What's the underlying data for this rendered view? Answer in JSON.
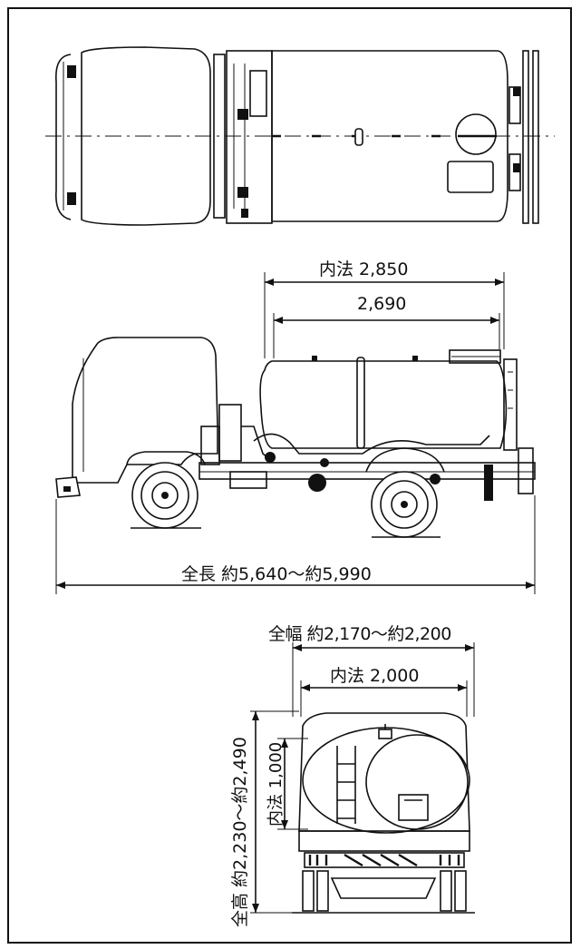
{
  "labels": {
    "inner_length": "内法 2,850",
    "tank_length": "2,690",
    "overall_length": "全長 約5,640〜約5,990",
    "overall_width": "全幅 約2,170〜約2,200",
    "inner_width": "内法 2,000",
    "inner_height": "内法 1,000",
    "overall_height": "全高 約2,230〜約2,490"
  },
  "colors": {
    "line": "#111111",
    "background": "#ffffff"
  }
}
